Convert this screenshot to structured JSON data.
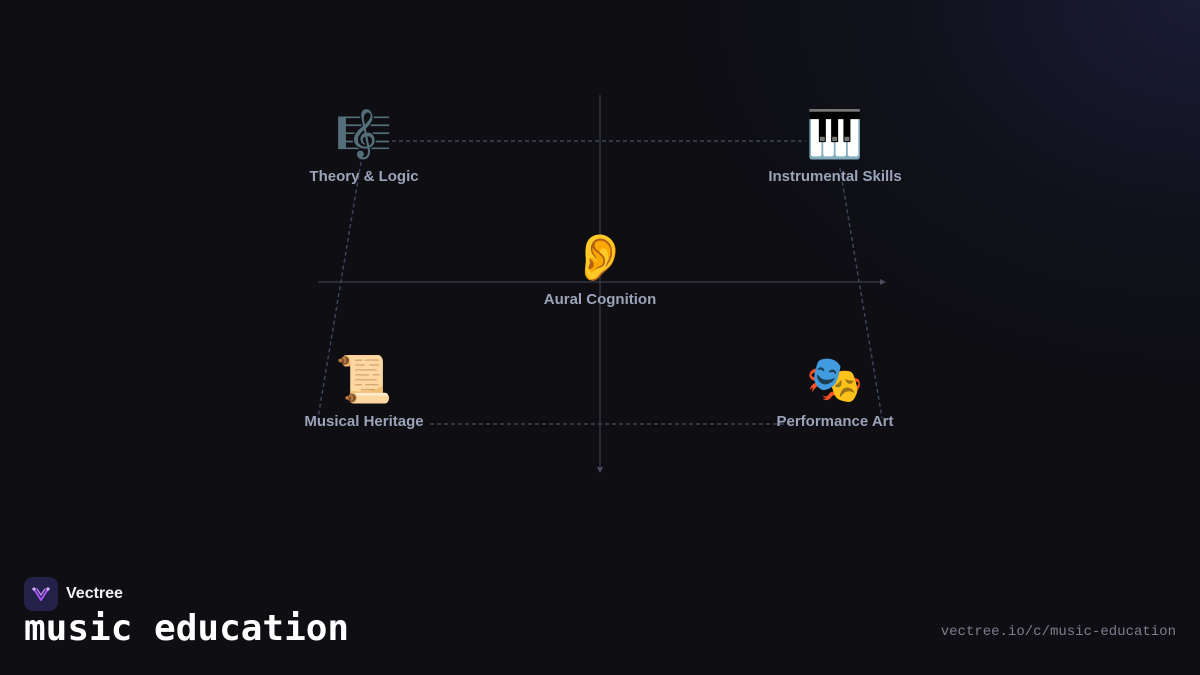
{
  "nodes": {
    "theory": {
      "icon": "🎼",
      "icon_name": "musical-score-icon",
      "label": "Theory & Logic"
    },
    "instrumental": {
      "icon": "🎹",
      "icon_name": "piano-keyboard-icon",
      "label": "Instrumental Skills"
    },
    "aural": {
      "icon": "👂",
      "icon_name": "ear-icon",
      "label": "Aural Cognition"
    },
    "heritage": {
      "icon": "📜",
      "icon_name": "scroll-icon",
      "label": "Musical Heritage"
    },
    "performance": {
      "icon": "🎭",
      "icon_name": "theater-masks-icon",
      "label": "Performance Art"
    }
  },
  "brand": {
    "name": "Vectree",
    "logo_icon": "vectree-logo-icon",
    "logo_color": "#a855f7"
  },
  "footer": {
    "title": "music education",
    "url": "vectree.io/c/music-education"
  },
  "colors": {
    "background": "#0e0e13",
    "label": "#9aa3b8",
    "connector": "#3b4658",
    "axis": "#3a3d4a"
  }
}
